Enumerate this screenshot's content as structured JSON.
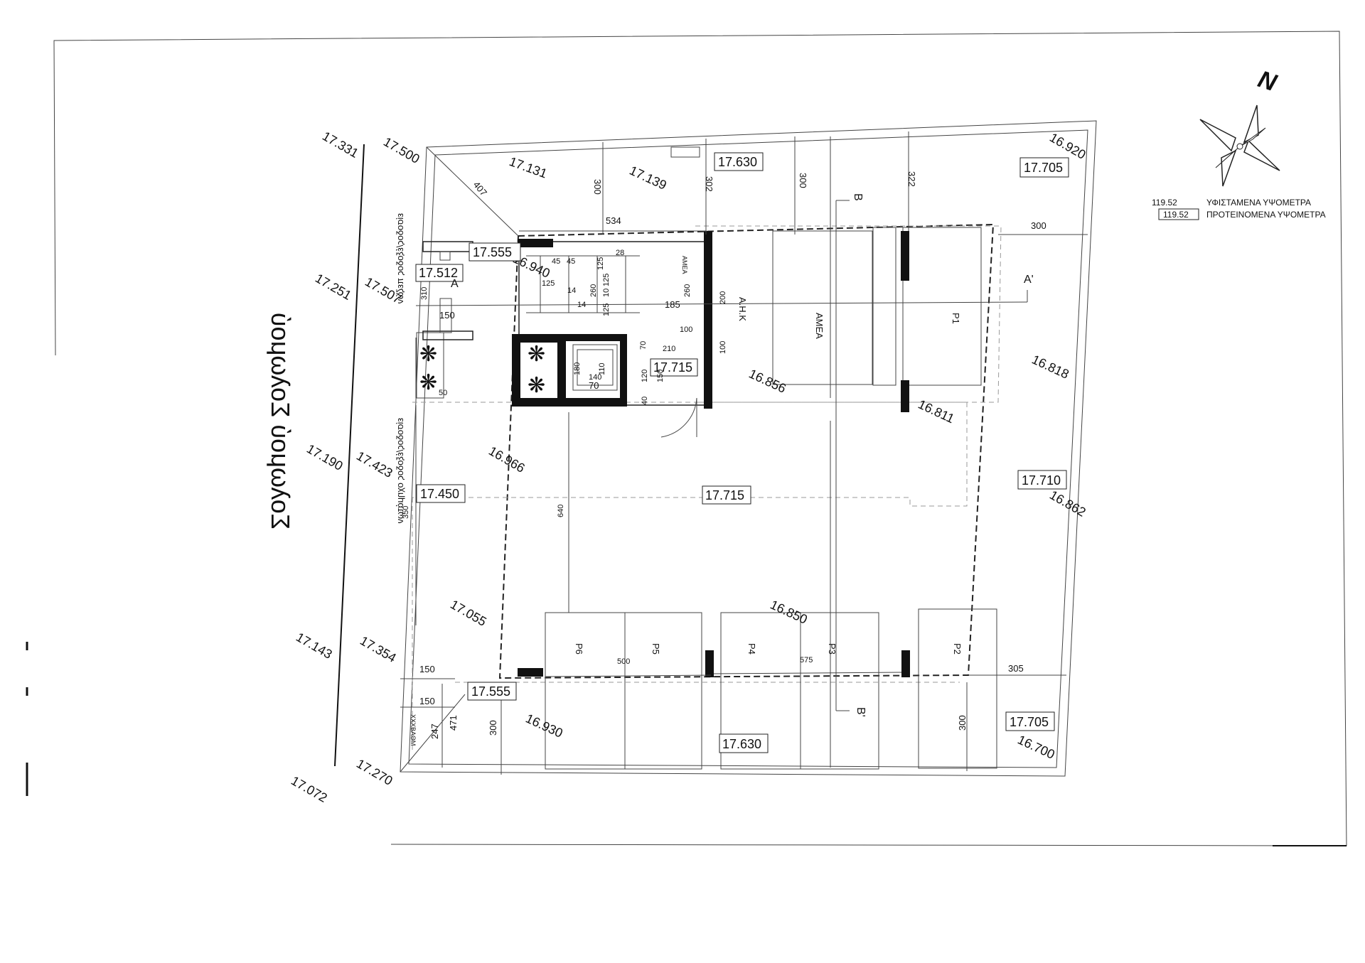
{
  "street_name": "Σολωμού Σολωμού",
  "north_label": "N",
  "legend": {
    "existing_value": "119.52",
    "existing_label": "ΥΦΙΣΤΑΜΕΝΑ ΥΨΟΜΕΤΡΑ",
    "proposed_value": "119.52",
    "proposed_label": "ΠΡΟΤΕΙΝΟΜΕΝΑ ΥΨΟΜΕΤΡΑ"
  },
  "existing_levels": [
    "17.331",
    "17.500",
    "17.131",
    "17.139",
    "16.920",
    "17.251",
    "17.507",
    "16.940",
    "16.856",
    "16.818",
    "16.811",
    "17.190",
    "17.423",
    "16.966",
    "16.862",
    "17.055",
    "16.850",
    "17.143",
    "17.354",
    "16.930",
    "16.700",
    "17.072",
    "17.270"
  ],
  "proposed_levels": [
    "17.630",
    "17.705",
    "17.555",
    "17.512",
    "17.715",
    "17.450",
    "17.715",
    "17.710",
    "17.555",
    "17.630",
    "17.705"
  ],
  "dimensions": [
    "407",
    "300",
    "302",
    "300",
    "322",
    "534",
    "300",
    "28",
    "45",
    "45",
    "125",
    "125",
    "14",
    "14",
    "260",
    "125",
    "10",
    "125",
    "260",
    "185",
    "200",
    "100",
    "100",
    "210",
    "70",
    "310",
    "150",
    "180",
    "140",
    "110",
    "120",
    "150",
    "70",
    "40",
    "350",
    "640",
    "500",
    "575",
    "305",
    "150",
    "150",
    "247",
    "471",
    "300",
    "300",
    "50"
  ],
  "room_labels": [
    "ΑΜΕΑ",
    "Α.Η.Κ",
    "ΑΜΕΑ",
    "P1",
    "P2",
    "P3",
    "P4",
    "P5",
    "P6"
  ],
  "section_marks": [
    "A",
    "A'",
    "B",
    "B'"
  ],
  "entry_labels": {
    "pedestrian": "είσοδος/έξοδος πεζών",
    "vehicle": "είσοδος/έξοδος οχημάτων"
  },
  "ramp_label": "ΧΧΧΒΑΘΜ"
}
